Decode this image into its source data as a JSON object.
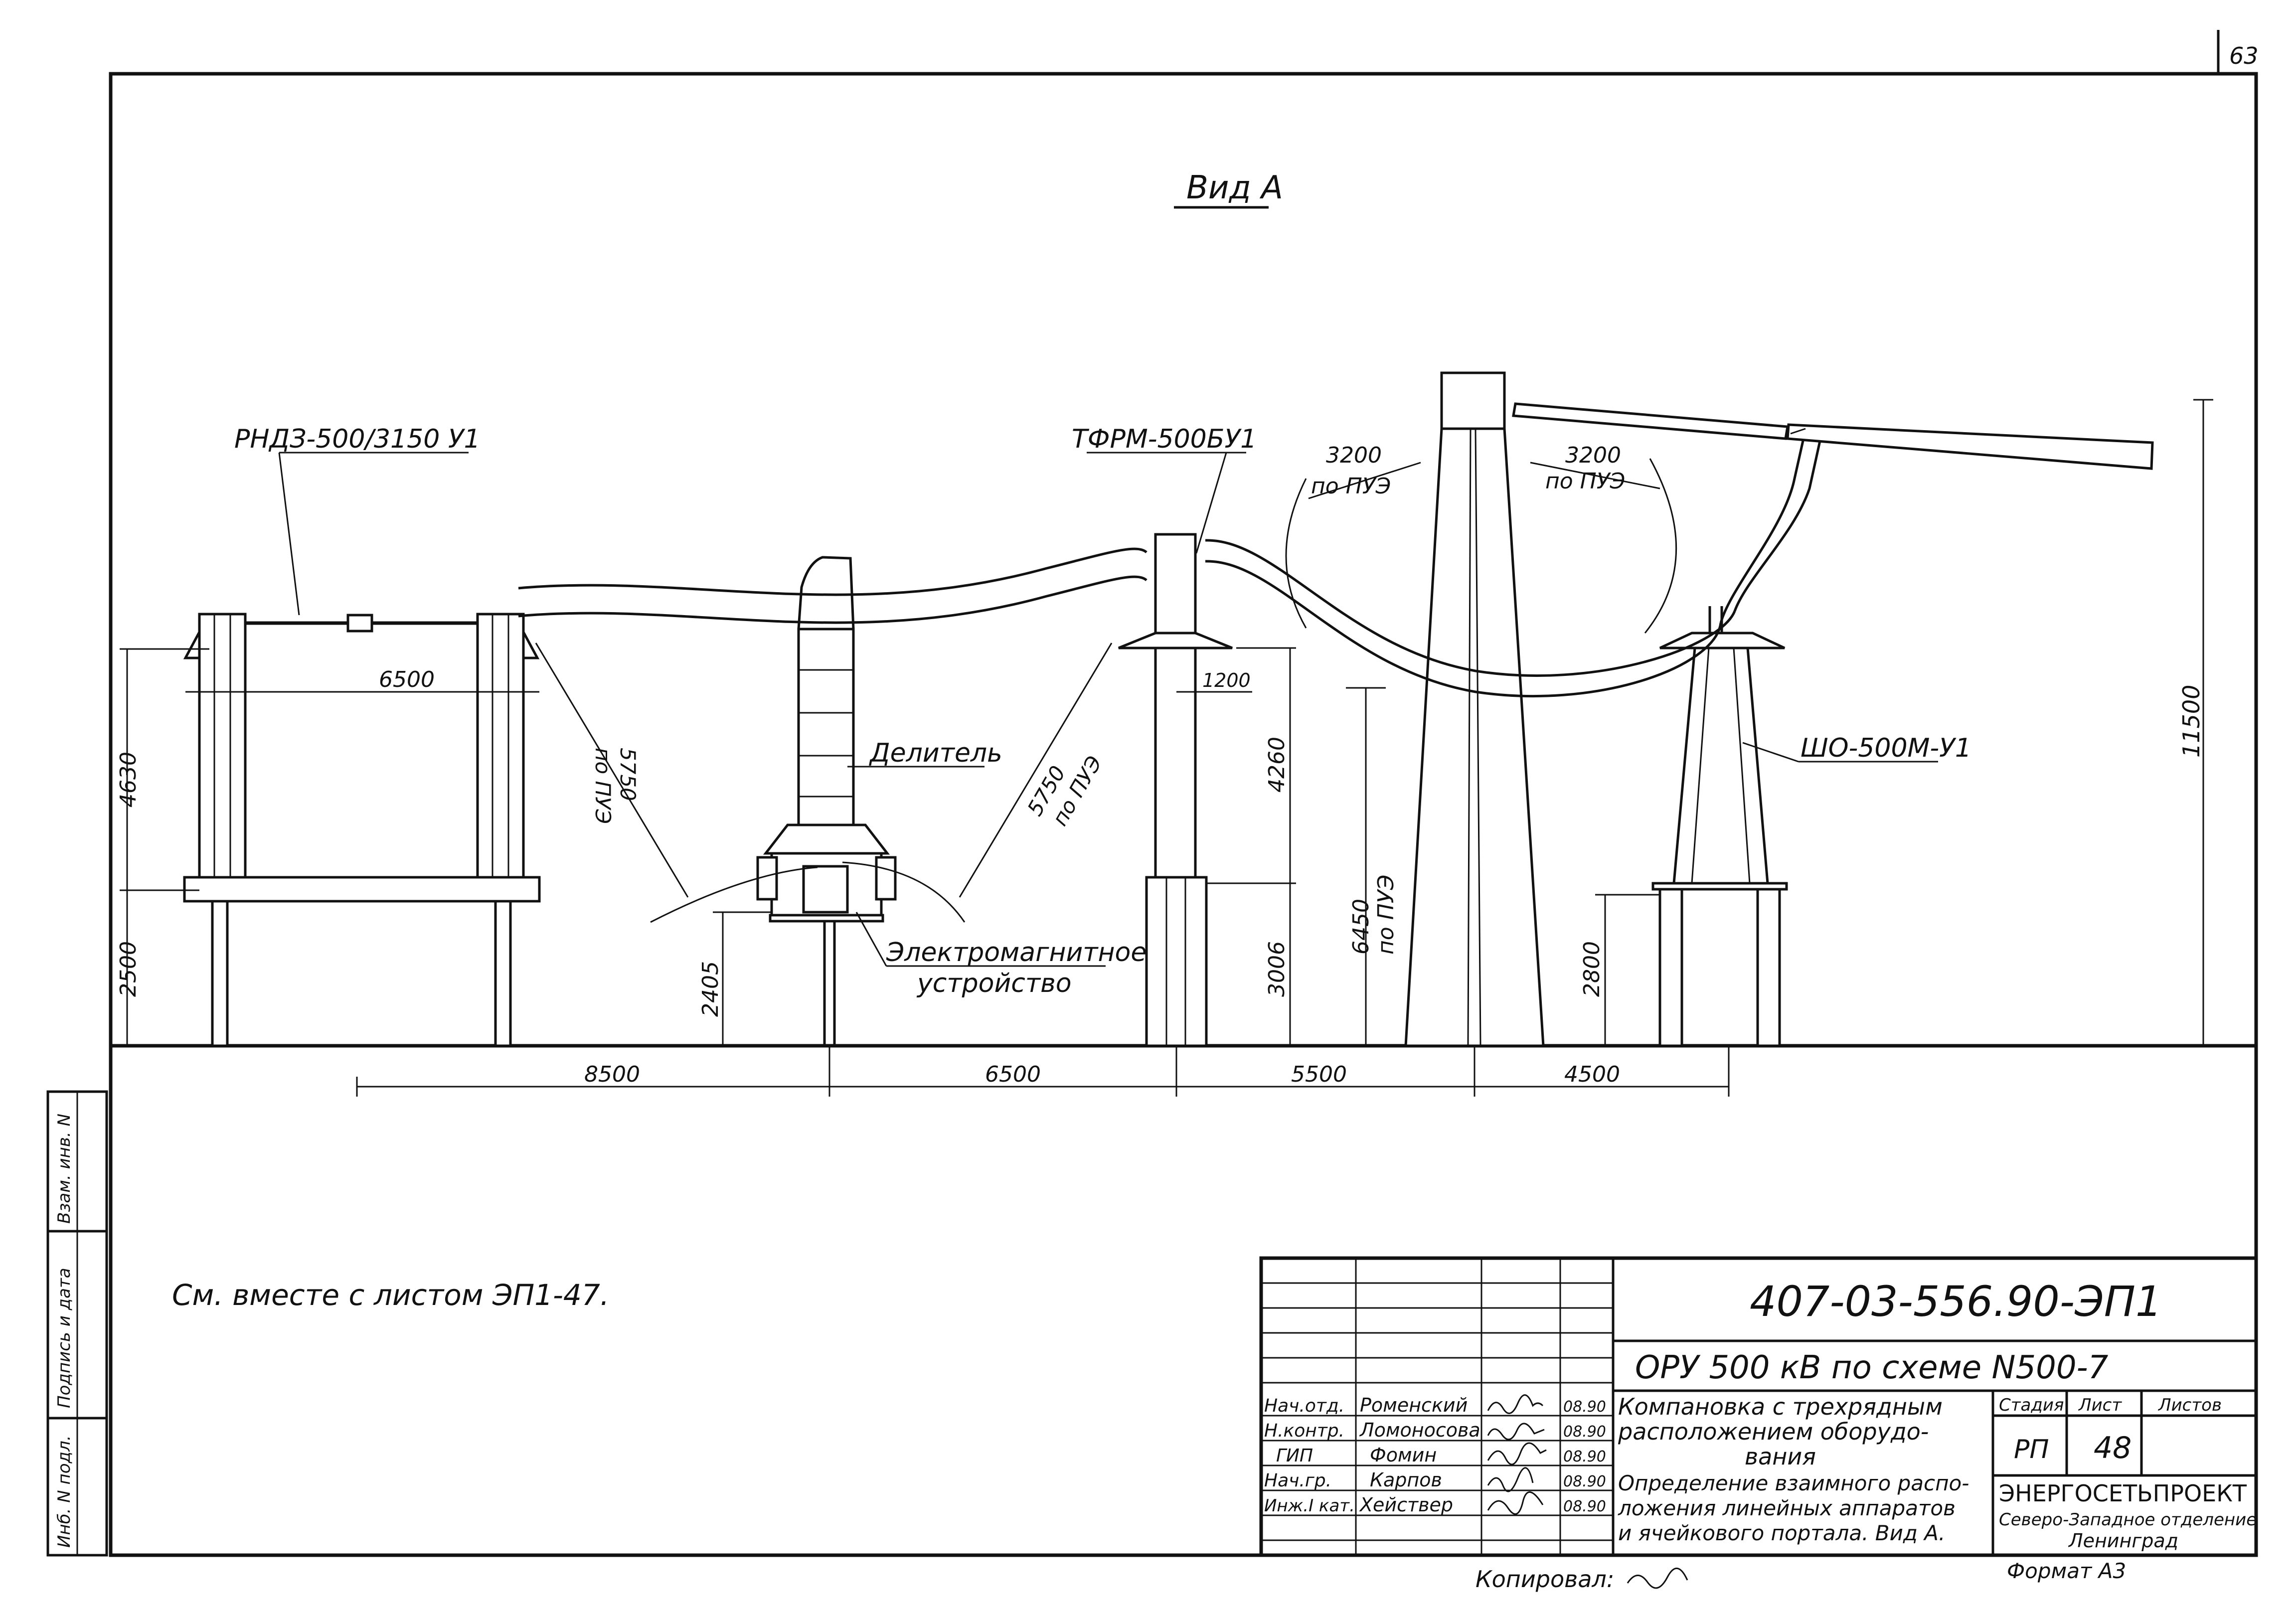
{
  "sheet_number": "63",
  "view_title": "Вид А",
  "equipment": {
    "disconnector": "РНДЗ-500/3150 У1",
    "current_transformer": "ТФРМ-500БУ1",
    "divider": "Делитель",
    "em_device_line1": "Электромагнитное",
    "em_device_line2": "устройство",
    "busbar_support": "ШО-500М-У1"
  },
  "clearance": {
    "arc_value": "3200",
    "arc_rule": "по ПУЭ",
    "diag_value": "5750",
    "diag_rule": "по ПУЭ"
  },
  "dimensions": {
    "d6500_top": "6500",
    "d1200": "1200",
    "d4630": "4630",
    "d2500": "2500",
    "d2405": "2405",
    "d4260": "4260",
    "d3006": "3006",
    "d6450": "6450",
    "d6450_rule": "по ПУЭ",
    "d2800": "2800",
    "d11500": "11500",
    "bottom": [
      "8500",
      "6500",
      "5500",
      "4500"
    ]
  },
  "note": "См. вместе с листом ЭП1-47.",
  "side_stamp": {
    "inv_no_orig": "Инб. N подл.",
    "sign_date": "Подпись и дата",
    "inv_no_repl": "Взам. инв. N"
  },
  "title_block": {
    "doc_code": "407-03-556.90-ЭП1",
    "project": "ОРУ 500 кВ по схеме N500-7",
    "title_1_line1": "Компановка с трехрядным",
    "title_1_line2": "расположением оборудо-",
    "title_1_line3": "вания",
    "title_2_line1": "Определение взаимного распо-",
    "title_2_line2": "ложения линейных аппаратов",
    "title_2_line3": "и ячейкового портала. Вид А.",
    "stage_label": "Стадия",
    "sheet_label": "Лист",
    "sheets_label": "Листов",
    "stage": "РП",
    "sheet": "48",
    "org_name": "ЭНЕРГОСЕТЬПРОЕКТ",
    "org_branch": "Северо-Западное отделение",
    "org_city": "Ленинград",
    "staff": [
      {
        "role": "Нач.отд.",
        "name": "Роменский",
        "date": "08.90"
      },
      {
        "role": "Н.контр.",
        "name": "Ломоносова",
        "date": "08.90"
      },
      {
        "role": "ГИП",
        "name": "Фомин",
        "date": "08.90"
      },
      {
        "role": "Нач.гр.",
        "name": "Карпов",
        "date": "08.90"
      },
      {
        "role": "Инж.I кат.",
        "name": "Хействер",
        "date": "08.90"
      }
    ]
  },
  "copied_by": "Копировал:",
  "format": "Формат А3"
}
